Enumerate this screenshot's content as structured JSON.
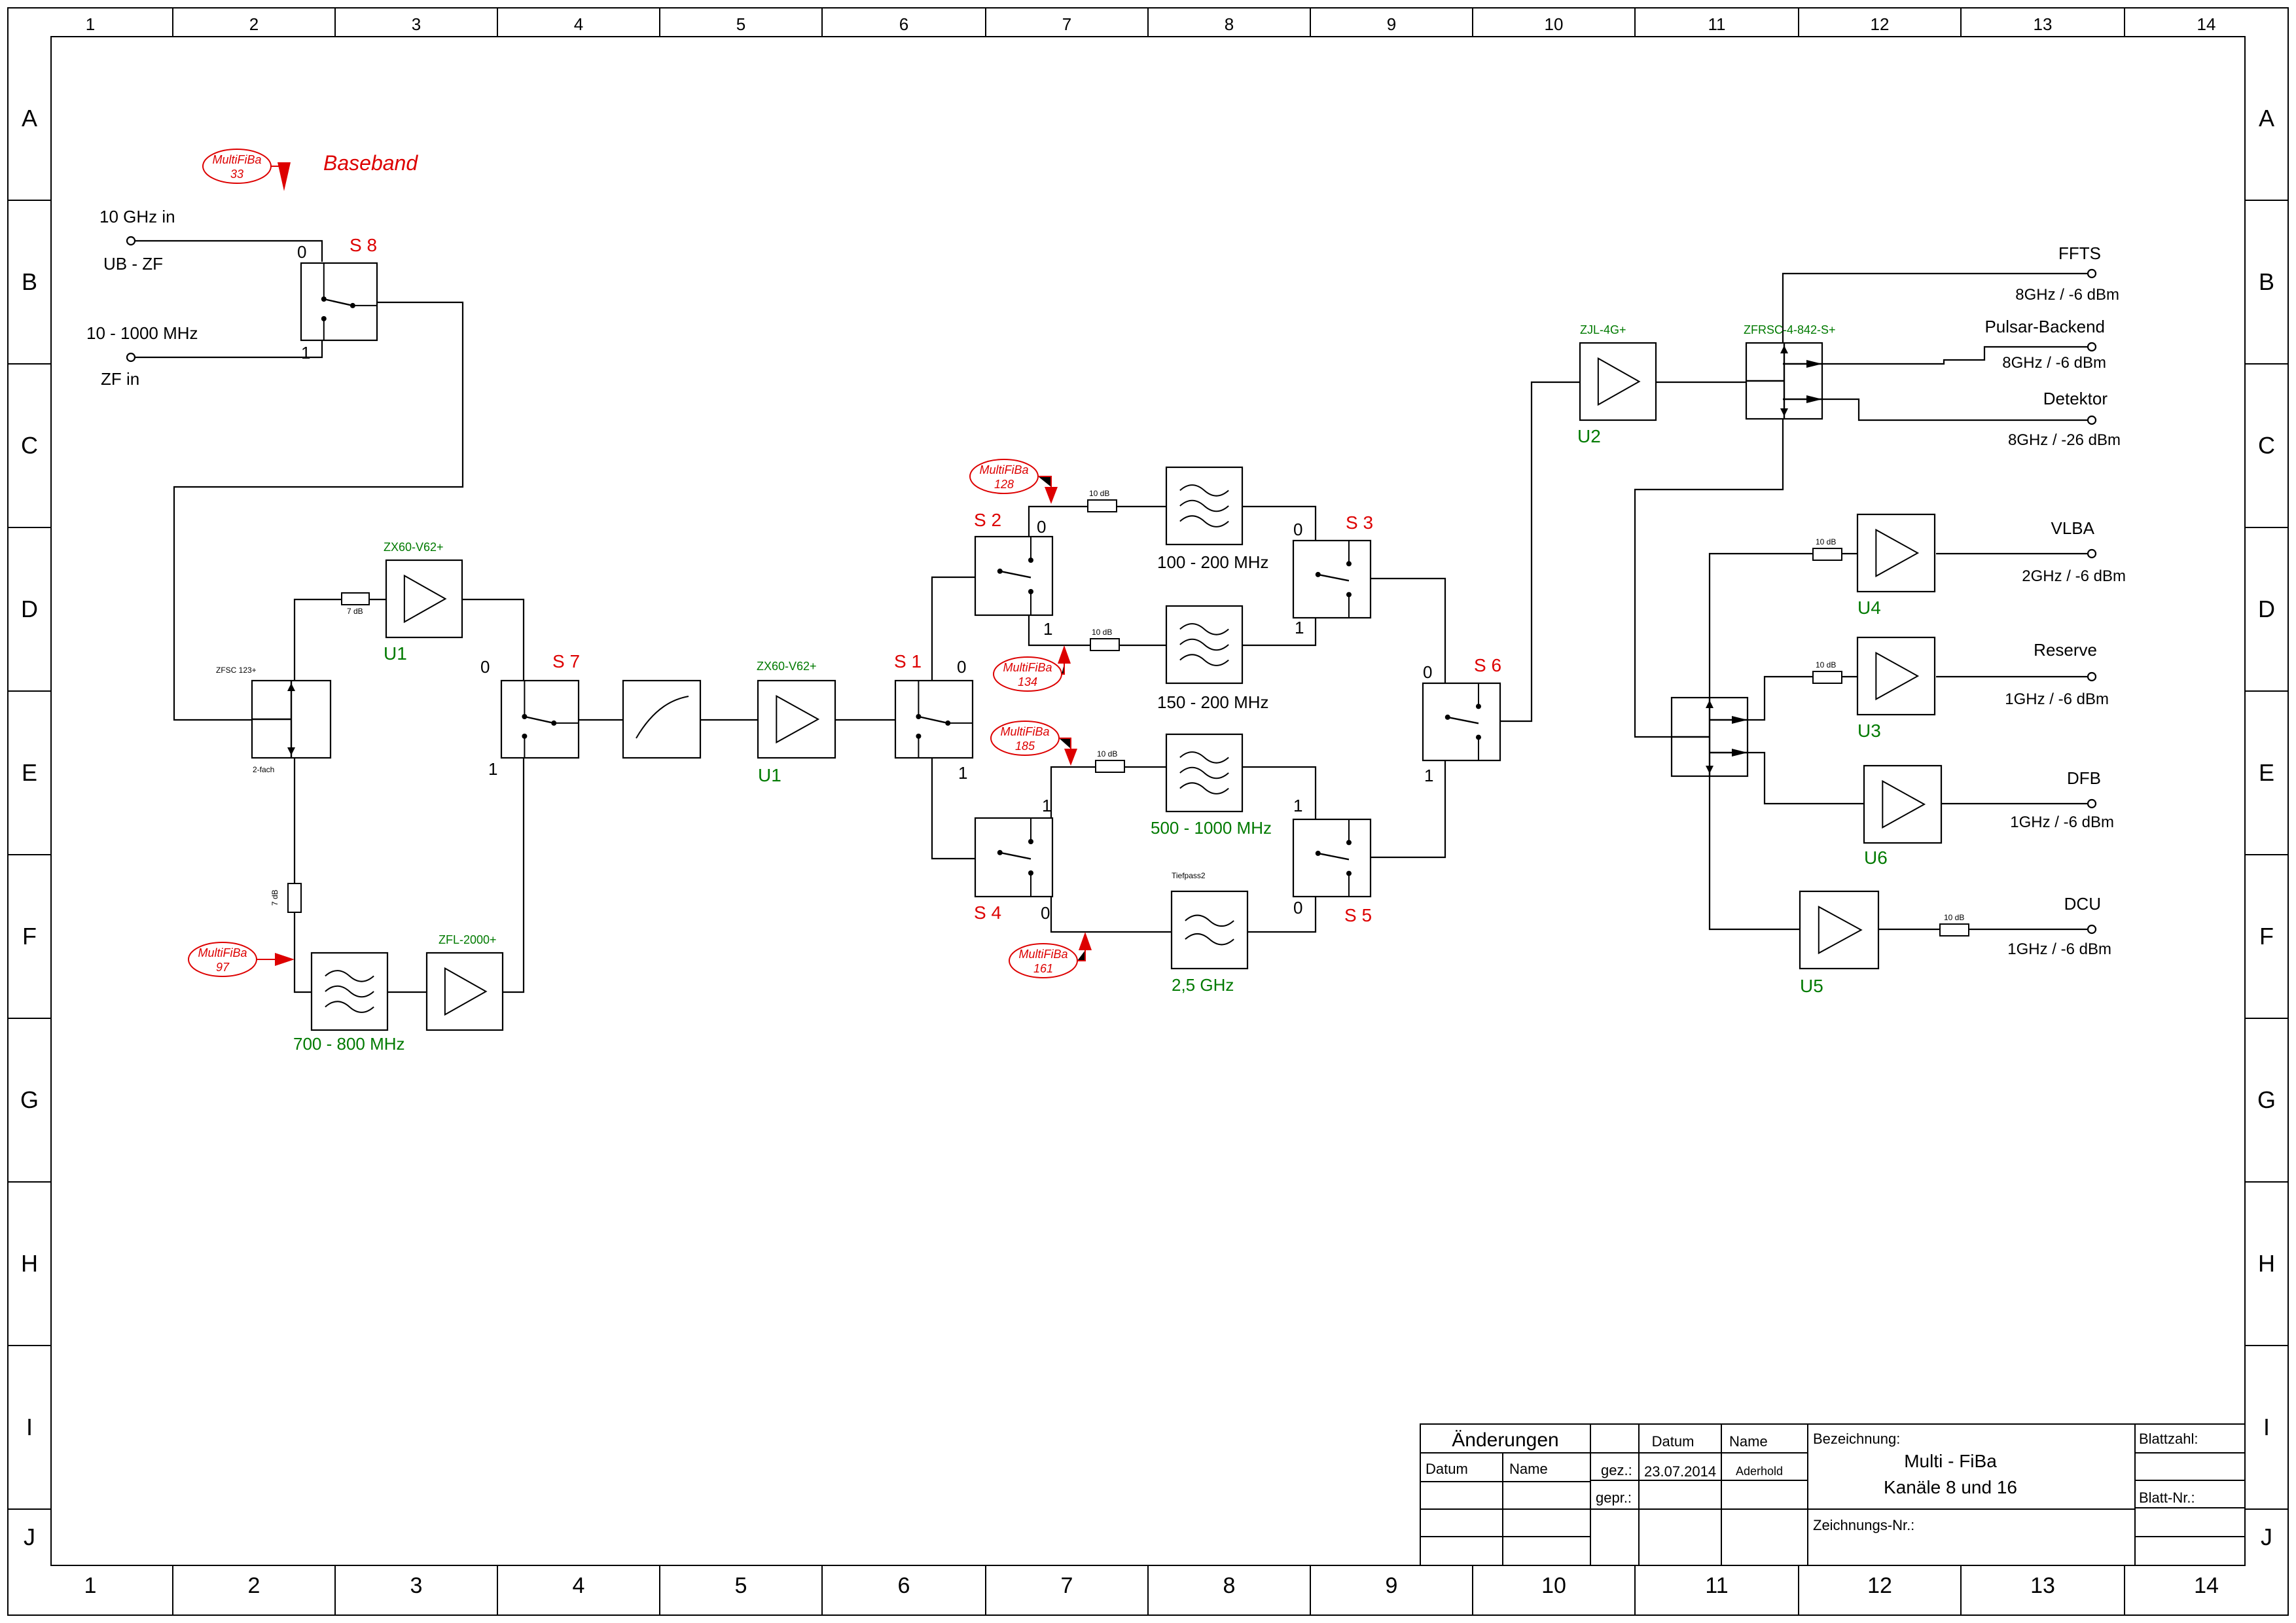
{
  "frame": {
    "columns": [
      "1",
      "2",
      "3",
      "4",
      "5",
      "6",
      "7",
      "8",
      "9",
      "10",
      "11",
      "12",
      "13",
      "14"
    ],
    "rows": [
      "A",
      "B",
      "C",
      "D",
      "E",
      "F",
      "G",
      "H",
      "I",
      "J"
    ]
  },
  "colors": {
    "line": "#000000",
    "red": "#dd0000",
    "green": "#007a00"
  },
  "header": {
    "section_label": "Baseband"
  },
  "inputs": {
    "in1_top": "10 GHz in",
    "in1_bottom": "UB - ZF",
    "in2_top": "10 - 1000 MHz",
    "in2_bottom": "ZF in"
  },
  "tags": [
    {
      "line1": "MultiFiBa",
      "line2": "33"
    },
    {
      "line1": "MultiFiBa",
      "line2": "97"
    },
    {
      "line1": "MultiFiBa",
      "line2": "128"
    },
    {
      "line1": "MultiFiBa",
      "line2": "134"
    },
    {
      "line1": "MultiFiBa",
      "line2": "185"
    },
    {
      "line1": "MultiFiBa",
      "line2": "161"
    }
  ],
  "switches": {
    "s8": {
      "name": "S 8",
      "a": "0",
      "b": "1"
    },
    "s7": {
      "name": "S 7",
      "a": "0",
      "b": "1"
    },
    "s1": {
      "name": "S 1",
      "a": "0",
      "b": "1"
    },
    "s2": {
      "name": "S 2",
      "a": "0",
      "b": "1"
    },
    "s3": {
      "name": "S 3",
      "a": "0",
      "b": "1"
    },
    "s4": {
      "name": "S 4",
      "a": "1",
      "b": "0"
    },
    "s5": {
      "name": "S 5",
      "a": "1",
      "b": "0"
    },
    "s6": {
      "name": "S 6",
      "a": "0",
      "b": "1"
    }
  },
  "components": {
    "splitter_left_top": "ZFSC 123+",
    "splitter_left_bottom": "2-fach",
    "amp_u1a_part": "ZX60-V62+",
    "amp_u1a_name": "U1",
    "amp_zfl_part": "ZFL-2000+",
    "amp_u1b_part": "ZX60-V62+",
    "amp_u1b_name": "U1",
    "amp_u2_part": "ZJL-4G+",
    "amp_u2_name": "U2",
    "splitter_right_top": "ZFRSC-4-842-S+",
    "amp_u4": "U4",
    "amp_u3": "U3",
    "amp_u6": "U6",
    "amp_u5": "U5"
  },
  "attenuators": [
    "7 dB",
    "7 dB",
    "10 dB",
    "10 dB",
    "10 dB",
    "10 dB",
    "10 dB",
    "10 dB"
  ],
  "filters": {
    "f700": "700 - 800 MHz",
    "f100": "100 - 200 MHz",
    "f150": "150 - 200 MHz",
    "f500": "500 - 1000 MHz",
    "f25": "2,5 GHz",
    "f25_top": "Tiefpass2"
  },
  "outputs": [
    {
      "name": "FFTS",
      "level": "8GHz / -6 dBm"
    },
    {
      "name": "Pulsar-Backend",
      "level": "8GHz / -6 dBm"
    },
    {
      "name": "Detektor",
      "level": "8GHz / -26 dBm"
    },
    {
      "name": "VLBA",
      "level": "2GHz / -6 dBm"
    },
    {
      "name": "Reserve",
      "level": "1GHz / -6 dBm"
    },
    {
      "name": "DFB",
      "level": "1GHz / -6 dBm"
    },
    {
      "name": "DCU",
      "level": "1GHz / -6 dBm"
    }
  ],
  "title_block": {
    "changes": "Änderungen",
    "col_date": "Datum",
    "col_name": "Name",
    "date_header": "Datum",
    "name_header": "Name",
    "drawn": "gez.:",
    "checked": "gepr.:",
    "drawn_date": "23.07.2014",
    "drawn_name": "Aderhold",
    "designation_label": "Bezeichnung:",
    "designation_1": "Multi - FiBa",
    "designation_2": "Kanäle 8 und 16",
    "drawing_no": "Zeichnungs-Nr.:",
    "sheets": "Blattzahl:",
    "sheet_no": "Blatt-Nr.:"
  }
}
